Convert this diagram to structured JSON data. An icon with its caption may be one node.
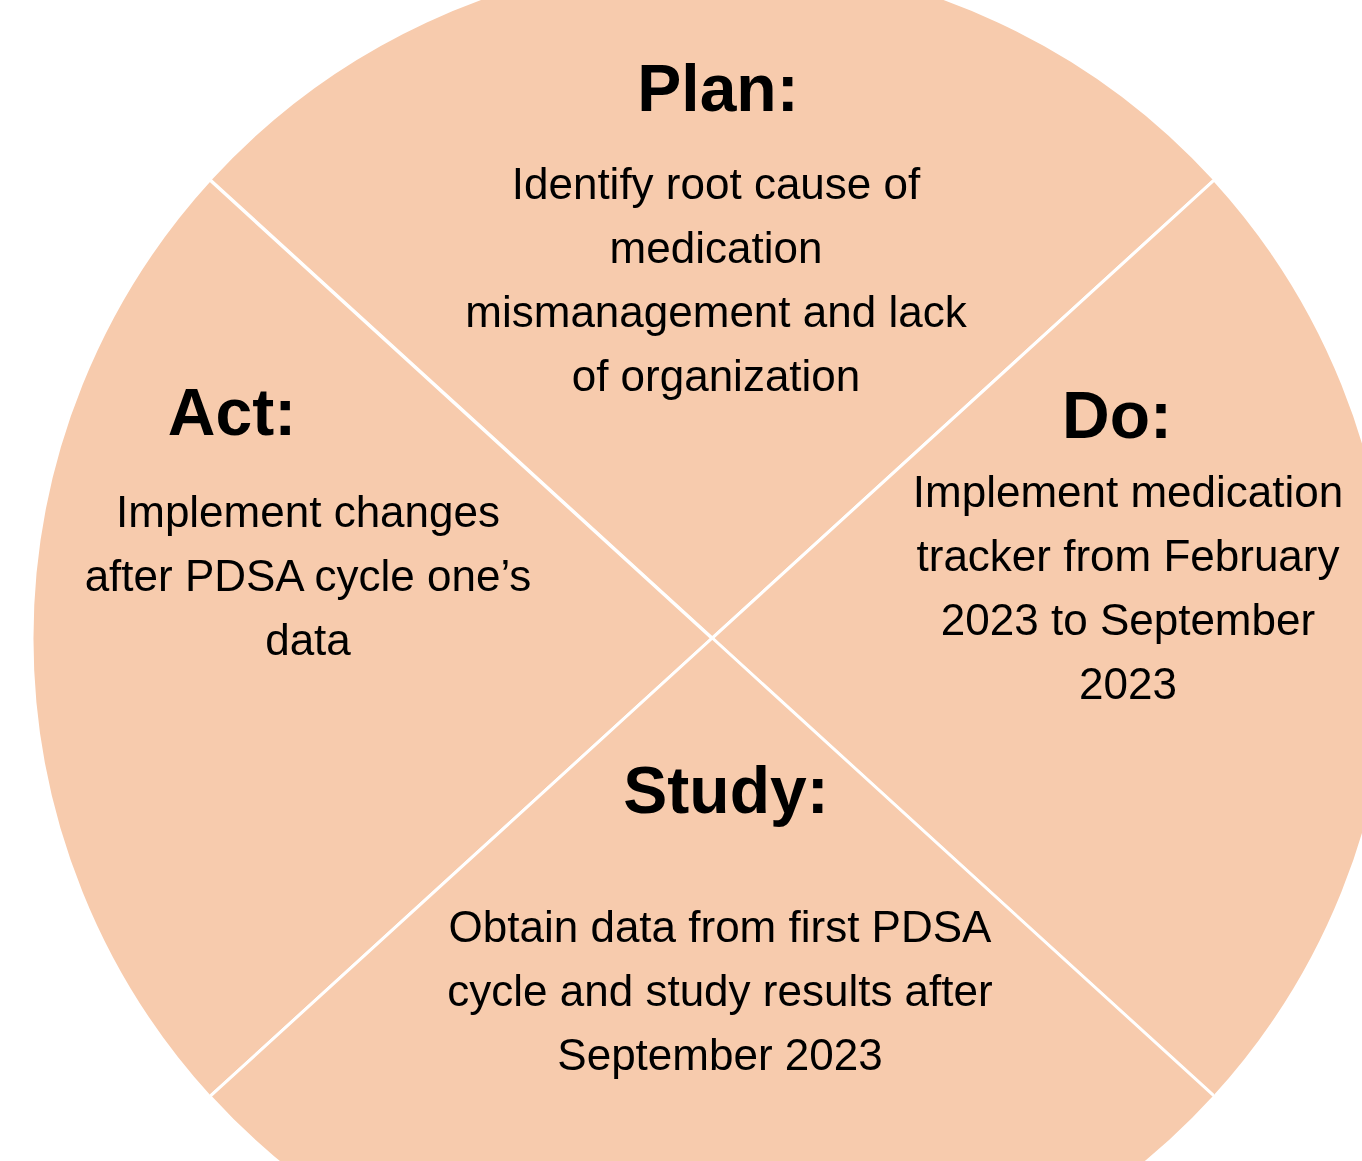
{
  "diagram": {
    "nodes": [
      {
        "text": [
          "Plan:",
          "Identify root cause of medication mismanagement and lack of organization"
        ]
      },
      {
        "text": [
          "Act:",
          "Implement changes after PDSA cycle one’s data"
        ]
      },
      {
        "text": [
          "Do:",
          "Implement medication tracker from February 2023 to September 2023"
        ]
      },
      {
        "text": [
          "Study:",
          "Obtain data from first PDSA cycle and study results after September 2023"
        ]
      }
    ]
  }
}
